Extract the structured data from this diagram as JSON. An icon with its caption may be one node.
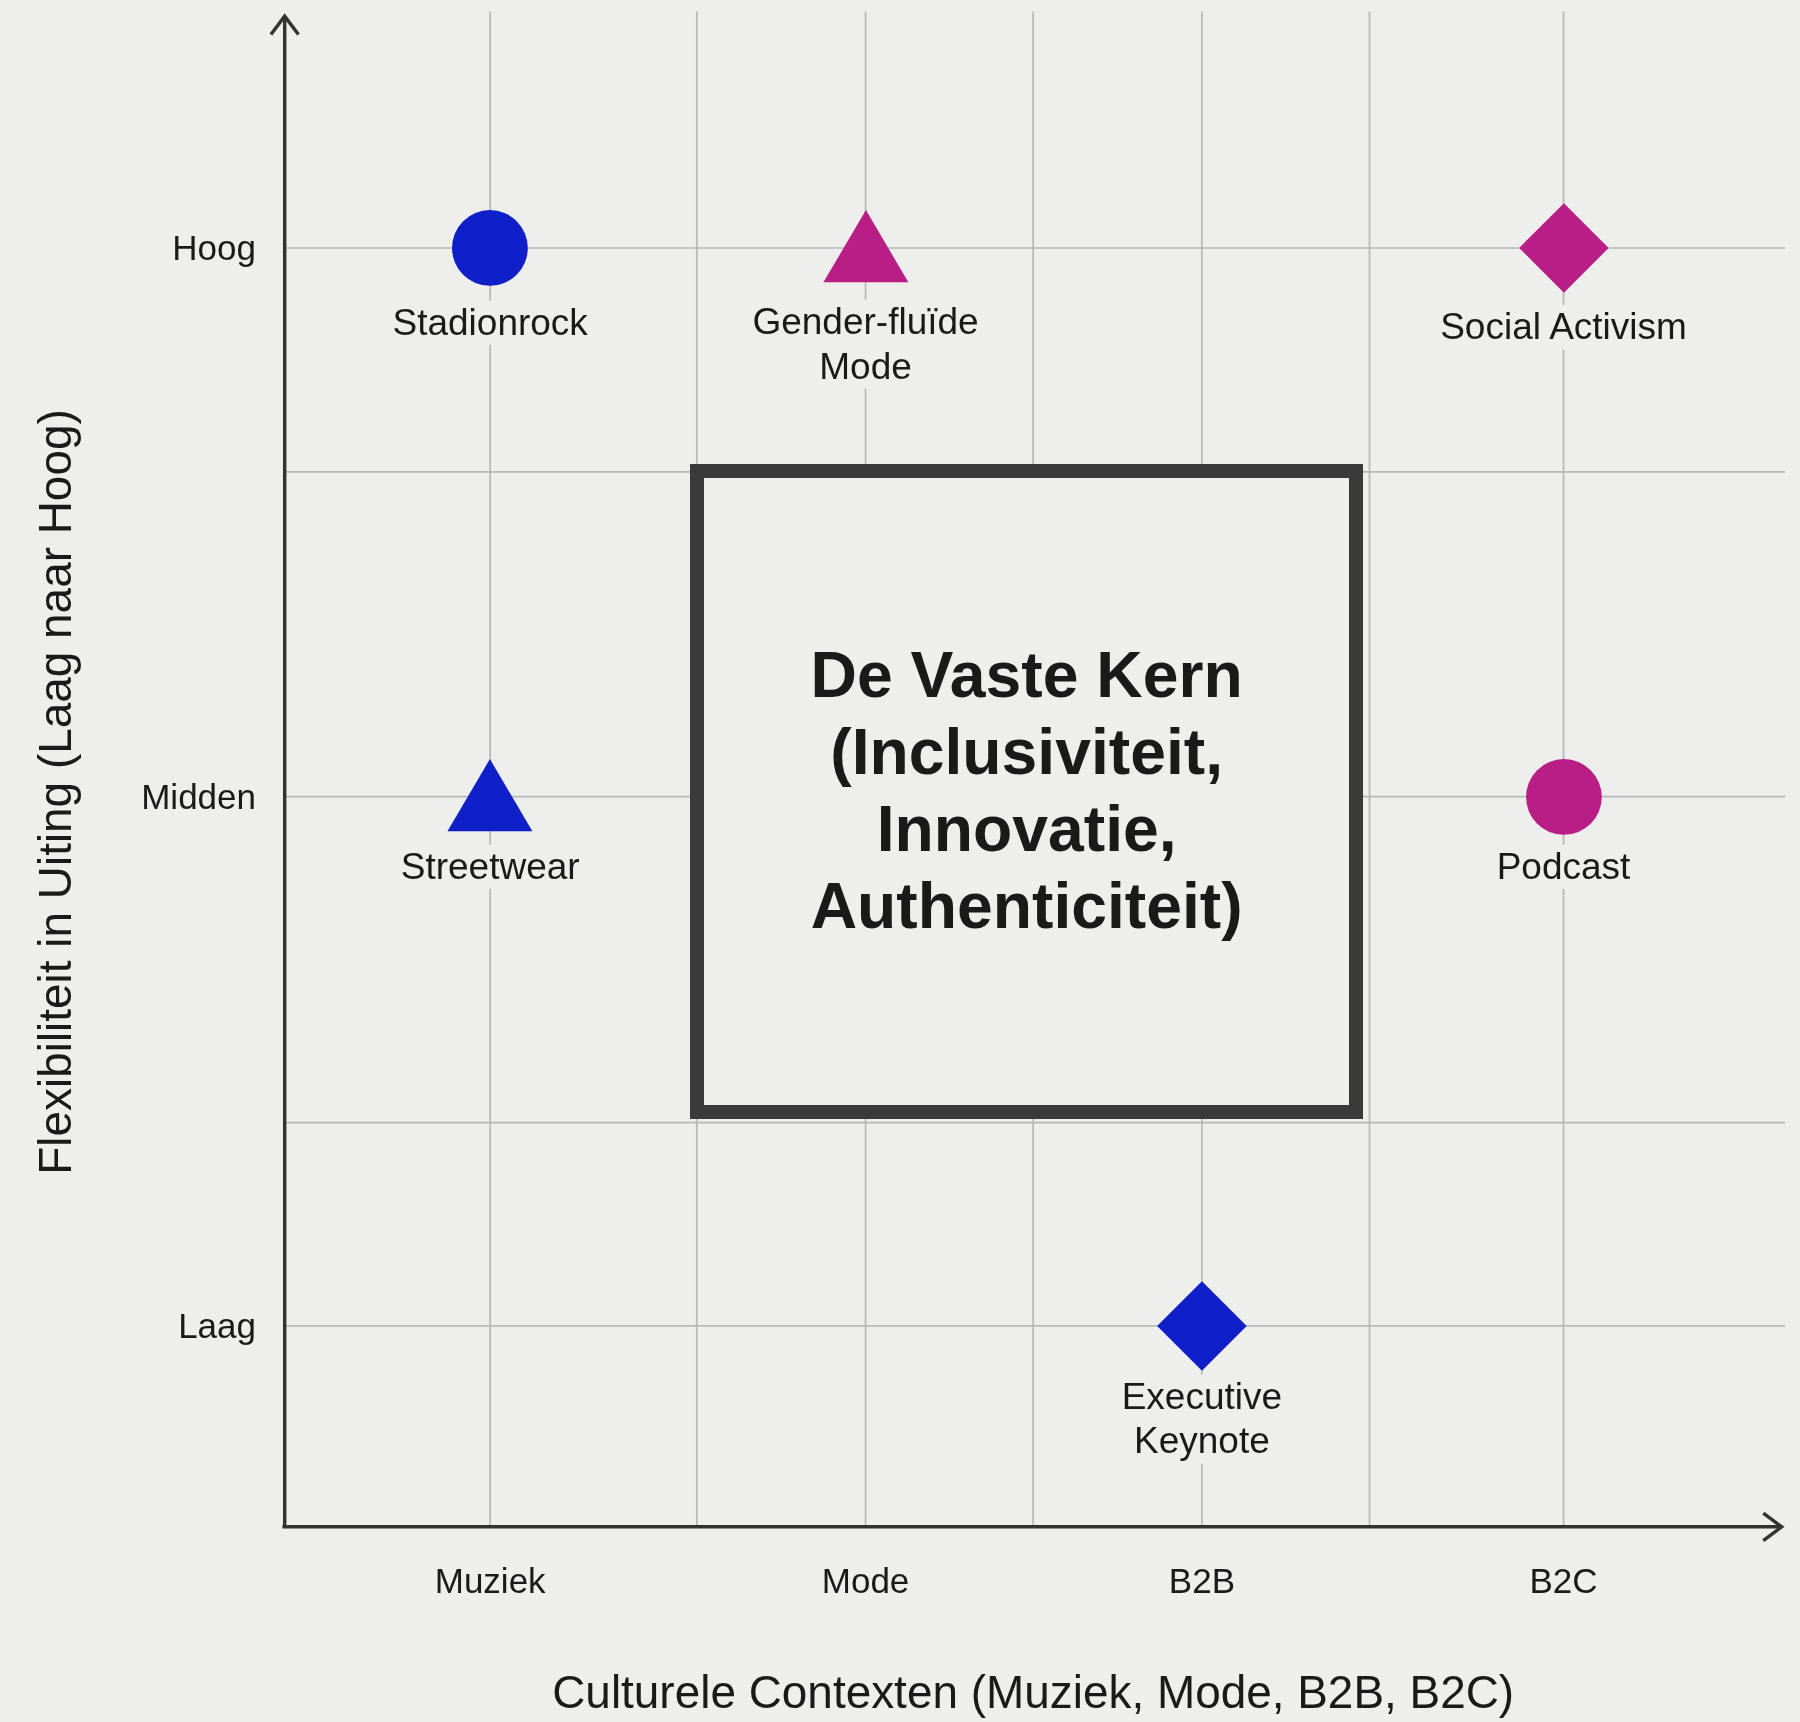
{
  "diagram": {
    "nodes": [
      {
        "text": [
          "De Vaste Kern (Inclusiviteit, Innovatie, Authenticiteit)"
        ]
      },
      {
        "text": [],
        "shape": "circle",
        "beside": [
          "Stadionrock"
        ]
      },
      {
        "text": [],
        "shape": "triangle",
        "beside": [
          "Gender-fluïde Mode"
        ]
      },
      {
        "text": [],
        "shape": "diamond",
        "beside": [
          "Social Activism"
        ]
      },
      {
        "text": [],
        "shape": "triangle",
        "beside": [
          "Streetwear"
        ]
      },
      {
        "text": [],
        "shape": "circle",
        "beside": [
          "Podcast"
        ]
      },
      {
        "text": [],
        "shape": "diamond",
        "beside": [
          "Executive Keynote"
        ]
      }
    ],
    "edges": [],
    "labels": [
      "Flexibiliteit in Uiting (Laag naar Hoog)",
      "Hoog",
      "Midden",
      "Laag",
      "Muziek",
      "Mode",
      "B2B",
      "B2C",
      "Culturele Contexten (Muziek, Mode, B2B, B2C)"
    ]
  }
}
